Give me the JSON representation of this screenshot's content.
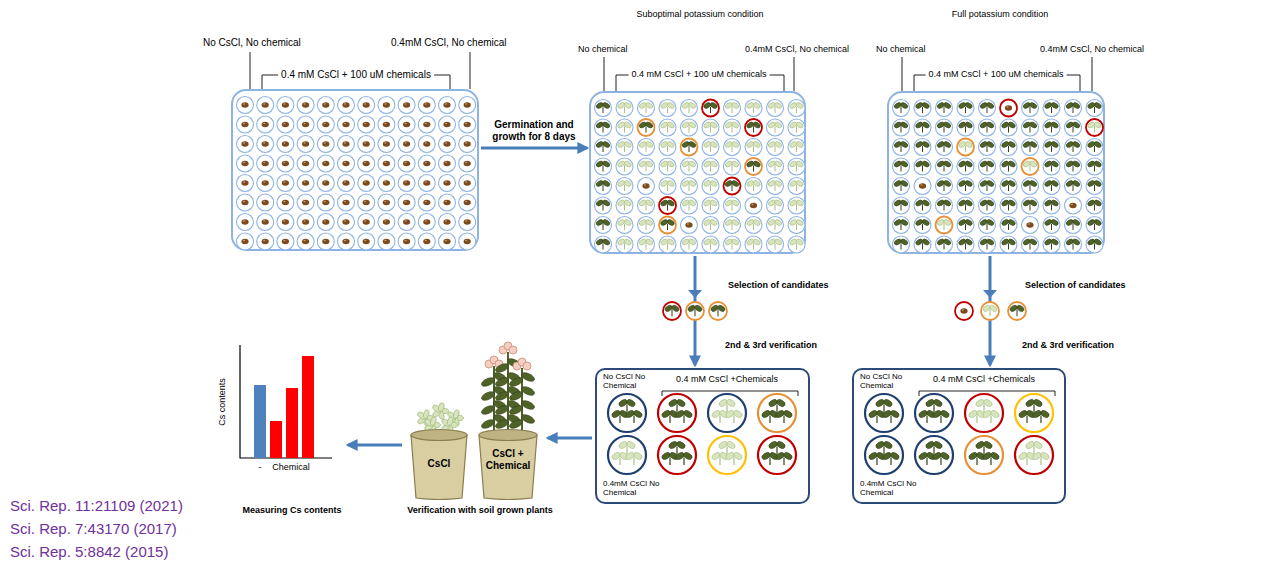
{
  "diagram": {
    "nodes": [
      {
        "text": [
          "No CsCl, No chemical",
          "0.4mM CsCl, No chemical",
          "0.4 mM CsCl + 100 uM chemicals"
        ]
      },
      {
        "text": [
          "Suboptimal potassium condition",
          "No chemical",
          "0.4mM CsCl, No chemical",
          "0.4 mM CsCl + 100 uM chemicals"
        ]
      },
      {
        "text": [
          "Full potassium condition",
          "No chemical",
          "0.4mM CsCl, No chemical",
          "0.4 mM CsCl + 100 uM chemicals"
        ]
      },
      {
        "text": [
          "No CsCl No Chemical",
          "0.4 mM CsCl +Chemicals",
          "0.4mM CsCl No Chemical"
        ]
      },
      {
        "text": [
          "No CsCl No Chemical",
          "0.4 mM CsCl +Chemicals",
          "0.4mM CsCl No Chemical"
        ]
      },
      {
        "text": [
          "Verification with soil grown plants"
        ]
      },
      {
        "text": [
          "CsCl"
        ],
        "in": 5
      },
      {
        "text": [
          "CsCl + Chemical"
        ],
        "in": 5
      },
      {
        "text": [
          "Measuring Cs contents"
        ]
      }
    ],
    "edges": [
      {
        "from": 0,
        "to": 1,
        "label": "Germination and growth for 8 days",
        "arrow": "to"
      },
      {
        "from": 1,
        "to": 3,
        "label": "Selection of candidates",
        "arrow": "to"
      },
      {
        "from": 2,
        "to": 4,
        "label": "Selection of candidates",
        "arrow": "to"
      },
      {
        "from": 3,
        "to": 5,
        "arrow": "to"
      },
      {
        "from": 5,
        "to": 8,
        "arrow": "to"
      }
    ],
    "labels": [
      "2nd & 3rd verification",
      "2nd & 3rd verification",
      "Cs contents",
      "-",
      "Chemical",
      "Sci. Rep. 11:21109 (2021)",
      "Sci. Rep. 7:43170 (2017)",
      "Sci. Rep. 5:8842 (2015)"
    ]
  }
}
